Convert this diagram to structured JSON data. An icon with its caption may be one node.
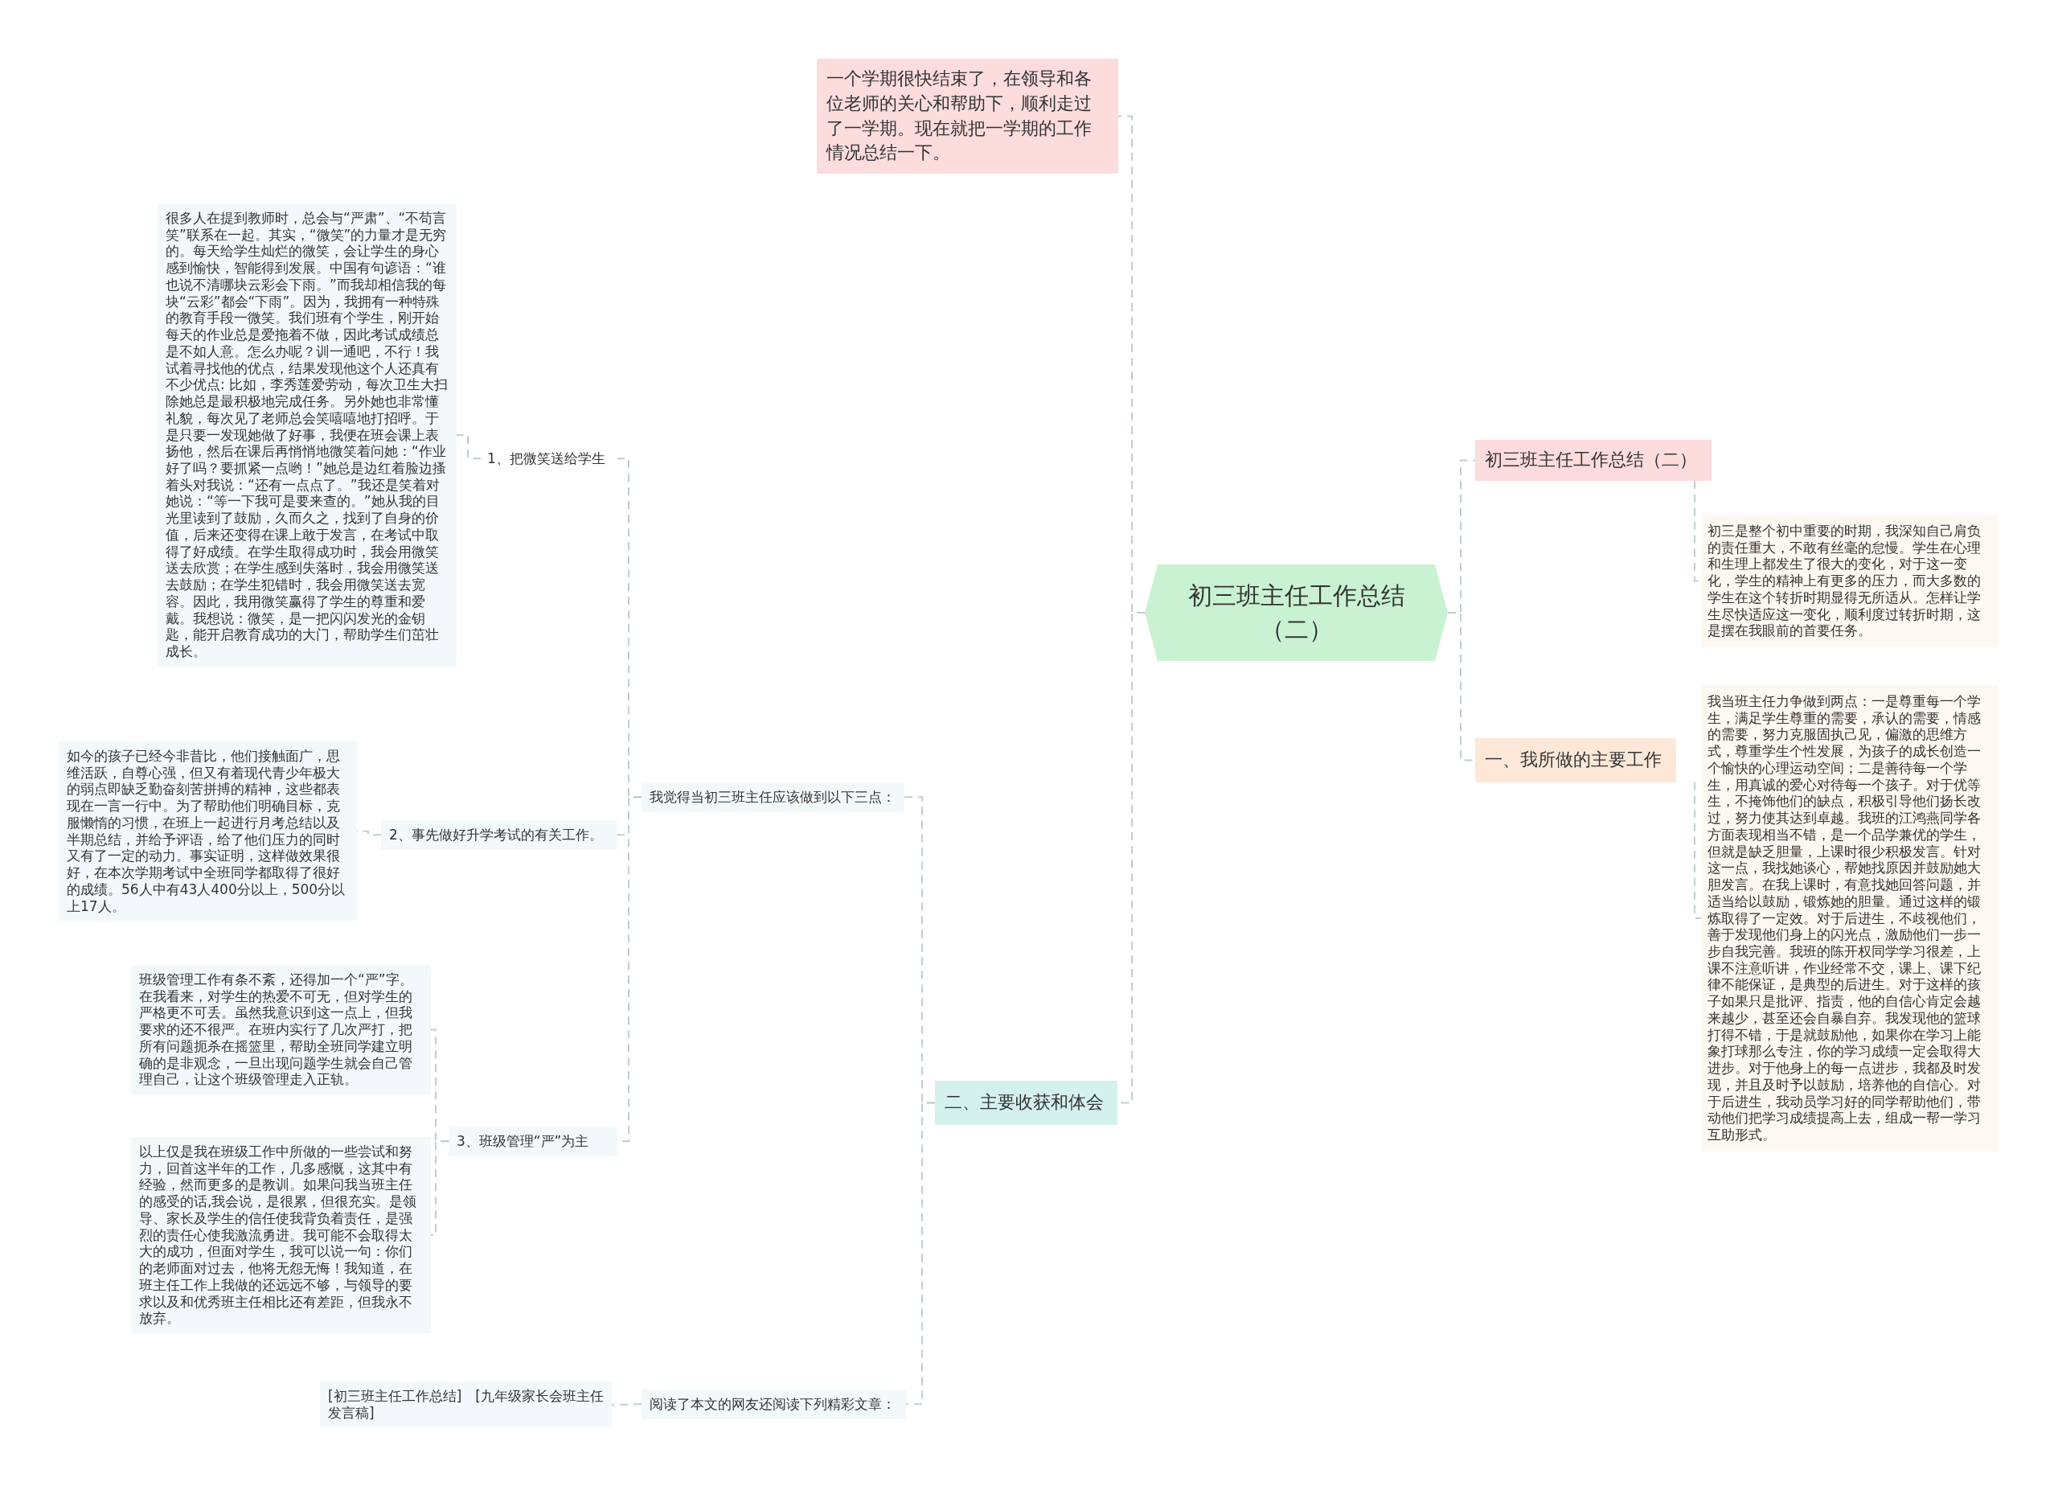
{
  "diagram": {
    "nodes": [
      {
        "text": [
          "初三班主任工作总结（二）"
        ]
      },
      {
        "text": [
          "一个学期很快结束了，在领导和各位老师的关心和帮助下，顺利走过了一学期。现在就把一学期的工作情况总结一下。"
        ]
      },
      {
        "text": [
          "初三班主任工作总结（二）"
        ]
      },
      {
        "text": [
          "初三是整个初中重要的时期，我深知自己肩负的责任重大，不敢有丝毫的怠慢。学生在心理和生理上都发生了很大的变化，对于这一变化，学生的精神上有更多的压力，而大多数的学生在这个转折时期显得无所适从。怎样让学生尽快适应这一变化，顺利度过转折时期，这是摆在我眼前的首要任务。"
        ]
      },
      {
        "text": [
          "一、我所做的主要工作"
        ]
      },
      {
        "text": [
          "我当班主任力争做到两点：一是尊重每一个学生，满足学生尊重的需要，承认的需要，情感的需要，努力克服固执己见，偏激的思维方式，尊重学生个性发展，为孩子的成长创造一个愉快的心理运动空间；二是善待每一个学生，用真诚的爱心对待每一个孩子。对于优等生，不掩饰他们的缺点，积极引导他们扬长改过，努力使其达到卓越。我班的江鸿燕同学各方面表现相当不错，是一个品学兼优的学生，但就是缺乏胆量，上课时很少积极发言。针对这一点，我找她谈心，帮她找原因并鼓励她大胆发言。在我上课时，有意找她回答问题，并适当给以鼓励，锻炼她的胆量。通过这样的锻炼取得了一定效。对于后进生，不歧视他们，善于发现他们身上的闪光点，激励他们一步一步自我完善。我班的陈开权同学学习很差，上课不注意听讲，作业经常不交，课上、课下纪律不能保证，是典型的后进生。对于这样的孩子如果只是批评、指责，他的自信心肯定会越来越少，甚至还会自暴自弃。我发现他的篮球打得不错，于是就鼓励他，如果你在学习上能象打球那么专注，你的学习成绩一定会取得大进步。对于他身上的每一点进步，我都及时发现，并且及时予以鼓励，培养他的自信心。对于后进生，我动员学习好的同学帮助他们，带动他们把学习成绩提高上去，组成一帮一学习互助形式。"
        ]
      },
      {
        "text": [
          "二、主要收获和体会"
        ]
      },
      {
        "text": [
          "我觉得当初三班主任应该做到以下三点："
        ]
      },
      {
        "text": [
          "1、把微笑送给学生"
        ]
      },
      {
        "text": [
          "很多人在提到教师时，总会与“严肃”、“不苟言笑”联系在一起。其实，“微笑”的力量才是无穷的。每天给学生灿烂的微笑，会让学生的身心感到愉快，智能得到发展。中国有句谚语：“谁也说不清哪块云彩会下雨。”而我却相信我的每块“云彩”都会“下雨”。因为，我拥有一种特殊的教育手段一微笑。我们班有个学生，刚开始每天的作业总是爱拖着不做，因此考试成绩总是不如人意。怎么办呢？训一通吧，不行！我试着寻找他的优点，结果发现他这个人还真有不少优点: 比如，李秀莲爱劳动，每次卫生大扫除她总是最积极地完成任务。另外她也非常懂礼貌，每次见了老师总会笑嘻嘻地打招呼。于是只要一发现她做了好事，我便在班会课上表扬他，然后在课后再悄悄地微笑着问她：“作业好了吗？要抓紧一点哟！”她总是边红着脸边搔着头对我说：“还有一点点了。”我还是笑着对她说：“等一下我可是要来查的。”她从我的目光里读到了鼓励，久而久之，找到了自身的价值，后来还变得在课上敢于发言，在考试中取得了好成绩。在学生取得成功时，我会用微笑送去欣赏；在学生感到失落时，我会用微笑送去鼓励；在学生犯错时，我会用微笑送去宽容。因此，我用微笑赢得了学生的尊重和爱戴。我想说：微笑，是一把闪闪发光的金钥匙，能开启教育成功的大门，帮助学生们茁壮成长。"
        ]
      },
      {
        "text": [
          "2、事先做好升学考试的有关工作。"
        ]
      },
      {
        "text": [
          "如今的孩子已经今非昔比，他们接触面广，思维活跃，自尊心强，但又有着现代青少年极大的弱点即缺乏勤奋刻苦拼搏的精神，这些都表现在一言一行中。为了帮助他们明确目标，克服懒惰的习惯，在班上一起进行月考总结以及半期总结，并给予评语，给了他们压力的同时又有了一定的动力。事实证明，这样做效果很好，在本次学期考试中全班同学都取得了很好的成绩。56人中有43人400分以上，500分以上17人。"
        ]
      },
      {
        "text": [
          "3、班级管理“严”为主"
        ]
      },
      {
        "text": [
          "班级管理工作有条不紊，还得加一个“严”字。在我看来，对学生的热爱不可无，但对学生的严格更不可丢。虽然我意识到这一点上，但我要求的还不很严。在班内实行了几次严打，把所有问题扼杀在摇篮里，帮助全班同学建立明确的是非观念，一旦出现问题学生就会自己管理自己，让这个班级管理走入正轨。"
        ]
      },
      {
        "text": [
          "以上仅是我在班级工作中所做的一些尝试和努力，回首这半年的工作，几多感慨，这其中有经验，然而更多的是教训。如果问我当班主任的感受的话,我会说，是很累，但很充实。是领导、家长及学生的信任使我背负着责任，是强烈的责任心使我激流勇进。我可能不会取得太大的成功，但面对学生，我可以说一句：你们的老师面对过去，他将无怨无悔！我知道，在班主任工作上我做的还远远不够，与领导的要求以及和优秀班主任相比还有差距，但我永不放弃。"
        ]
      },
      {
        "text": [
          "阅读了本文的网友还阅读下列精彩文章："
        ]
      },
      {
        "text": [
          "[初三班主任工作总结]　[九年级家长会班主任发言稿]"
        ]
      }
    ],
    "edges": [
      {
        "from": 0,
        "to": 1,
        "arrow": "none"
      },
      {
        "from": 0,
        "to": 2,
        "arrow": "none"
      },
      {
        "from": 2,
        "to": 3,
        "arrow": "none"
      },
      {
        "from": 0,
        "to": 4,
        "arrow": "none"
      },
      {
        "from": 4,
        "to": 5,
        "arrow": "none"
      },
      {
        "from": 0,
        "to": 6,
        "arrow": "none"
      },
      {
        "from": 6,
        "to": 7,
        "arrow": "none"
      },
      {
        "from": 7,
        "to": 8,
        "arrow": "none"
      },
      {
        "from": 8,
        "to": 9,
        "arrow": "none"
      },
      {
        "from": 7,
        "to": 10,
        "arrow": "none"
      },
      {
        "from": 10,
        "to": 11,
        "arrow": "none"
      },
      {
        "from": 7,
        "to": 12,
        "arrow": "none"
      },
      {
        "from": 12,
        "to": 13,
        "arrow": "none"
      },
      {
        "from": 12,
        "to": 14,
        "arrow": "none"
      },
      {
        "from": 6,
        "to": 15,
        "arrow": "none"
      },
      {
        "from": 15,
        "to": 16,
        "arrow": "none"
      }
    ]
  }
}
